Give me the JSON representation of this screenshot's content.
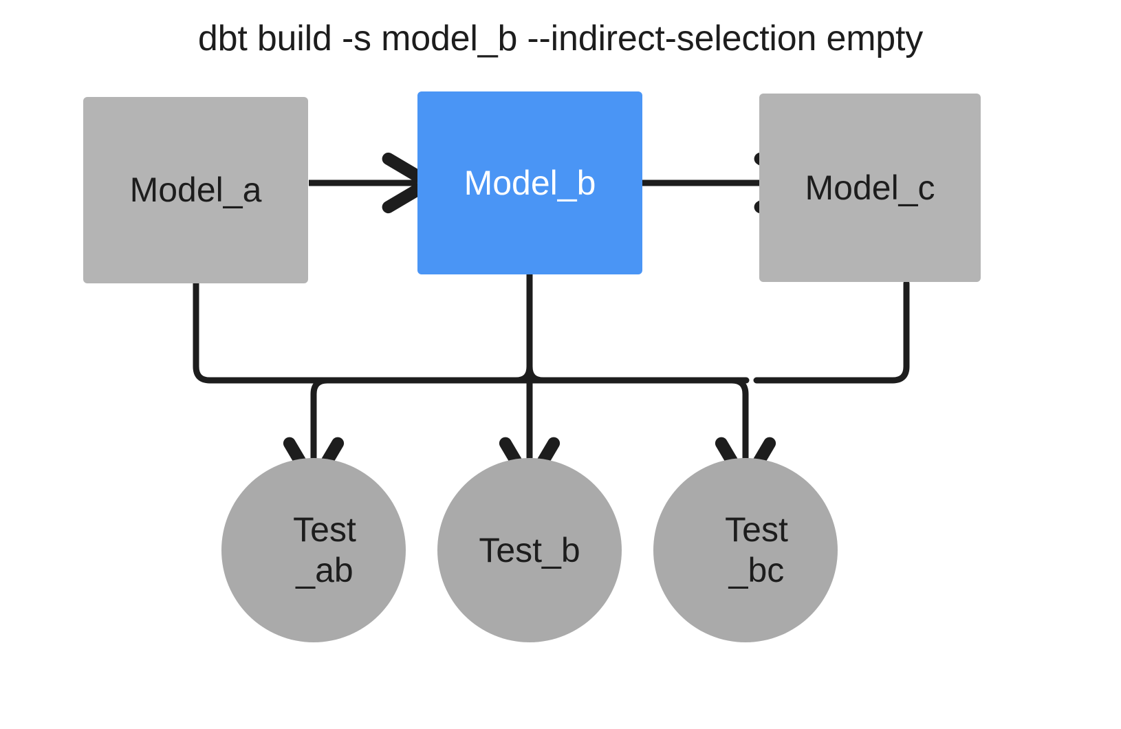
{
  "diagram": {
    "title": "dbt build -s model_b --indirect-selection empty",
    "type": "dag-flowchart",
    "background_color": "#ffffff",
    "colors": {
      "selected_node": "#4a95f5",
      "unselected_model": "#b4b4b4",
      "test_node": "#aaaaaa",
      "edge": "#1d1d1d",
      "text_dark": "#1d1d1d",
      "text_light": "#ffffff"
    },
    "nodes": [
      {
        "id": "model_a",
        "label": "Model_a",
        "shape": "rectangle",
        "state": "unselected",
        "fill": "#b4b4b4"
      },
      {
        "id": "model_b",
        "label": "Model_b",
        "shape": "rectangle",
        "state": "selected",
        "fill": "#4a95f5"
      },
      {
        "id": "model_c",
        "label": "Model_c",
        "shape": "rectangle",
        "state": "unselected",
        "fill": "#b4b4b4"
      },
      {
        "id": "test_ab",
        "label": "Test\n_ab",
        "shape": "circle",
        "state": "unselected",
        "fill": "#aaaaaa"
      },
      {
        "id": "test_b",
        "label": "Test_b",
        "shape": "circle",
        "state": "unselected",
        "fill": "#aaaaaa"
      },
      {
        "id": "test_bc",
        "label": "Test\n_bc",
        "shape": "circle",
        "state": "unselected",
        "fill": "#aaaaaa"
      }
    ],
    "edges": [
      {
        "from": "model_a",
        "to": "model_b",
        "style": "straight-arrow"
      },
      {
        "from": "model_b",
        "to": "model_c",
        "style": "straight-arrow"
      },
      {
        "from": "model_a",
        "to": "test_ab",
        "style": "elbow-arrow"
      },
      {
        "from": "model_b",
        "to": "test_ab",
        "style": "elbow-arrow"
      },
      {
        "from": "model_b",
        "to": "test_b",
        "style": "straight-arrow"
      },
      {
        "from": "model_b",
        "to": "test_bc",
        "style": "elbow-arrow"
      },
      {
        "from": "model_c",
        "to": "test_bc",
        "style": "elbow-arrow"
      }
    ]
  }
}
